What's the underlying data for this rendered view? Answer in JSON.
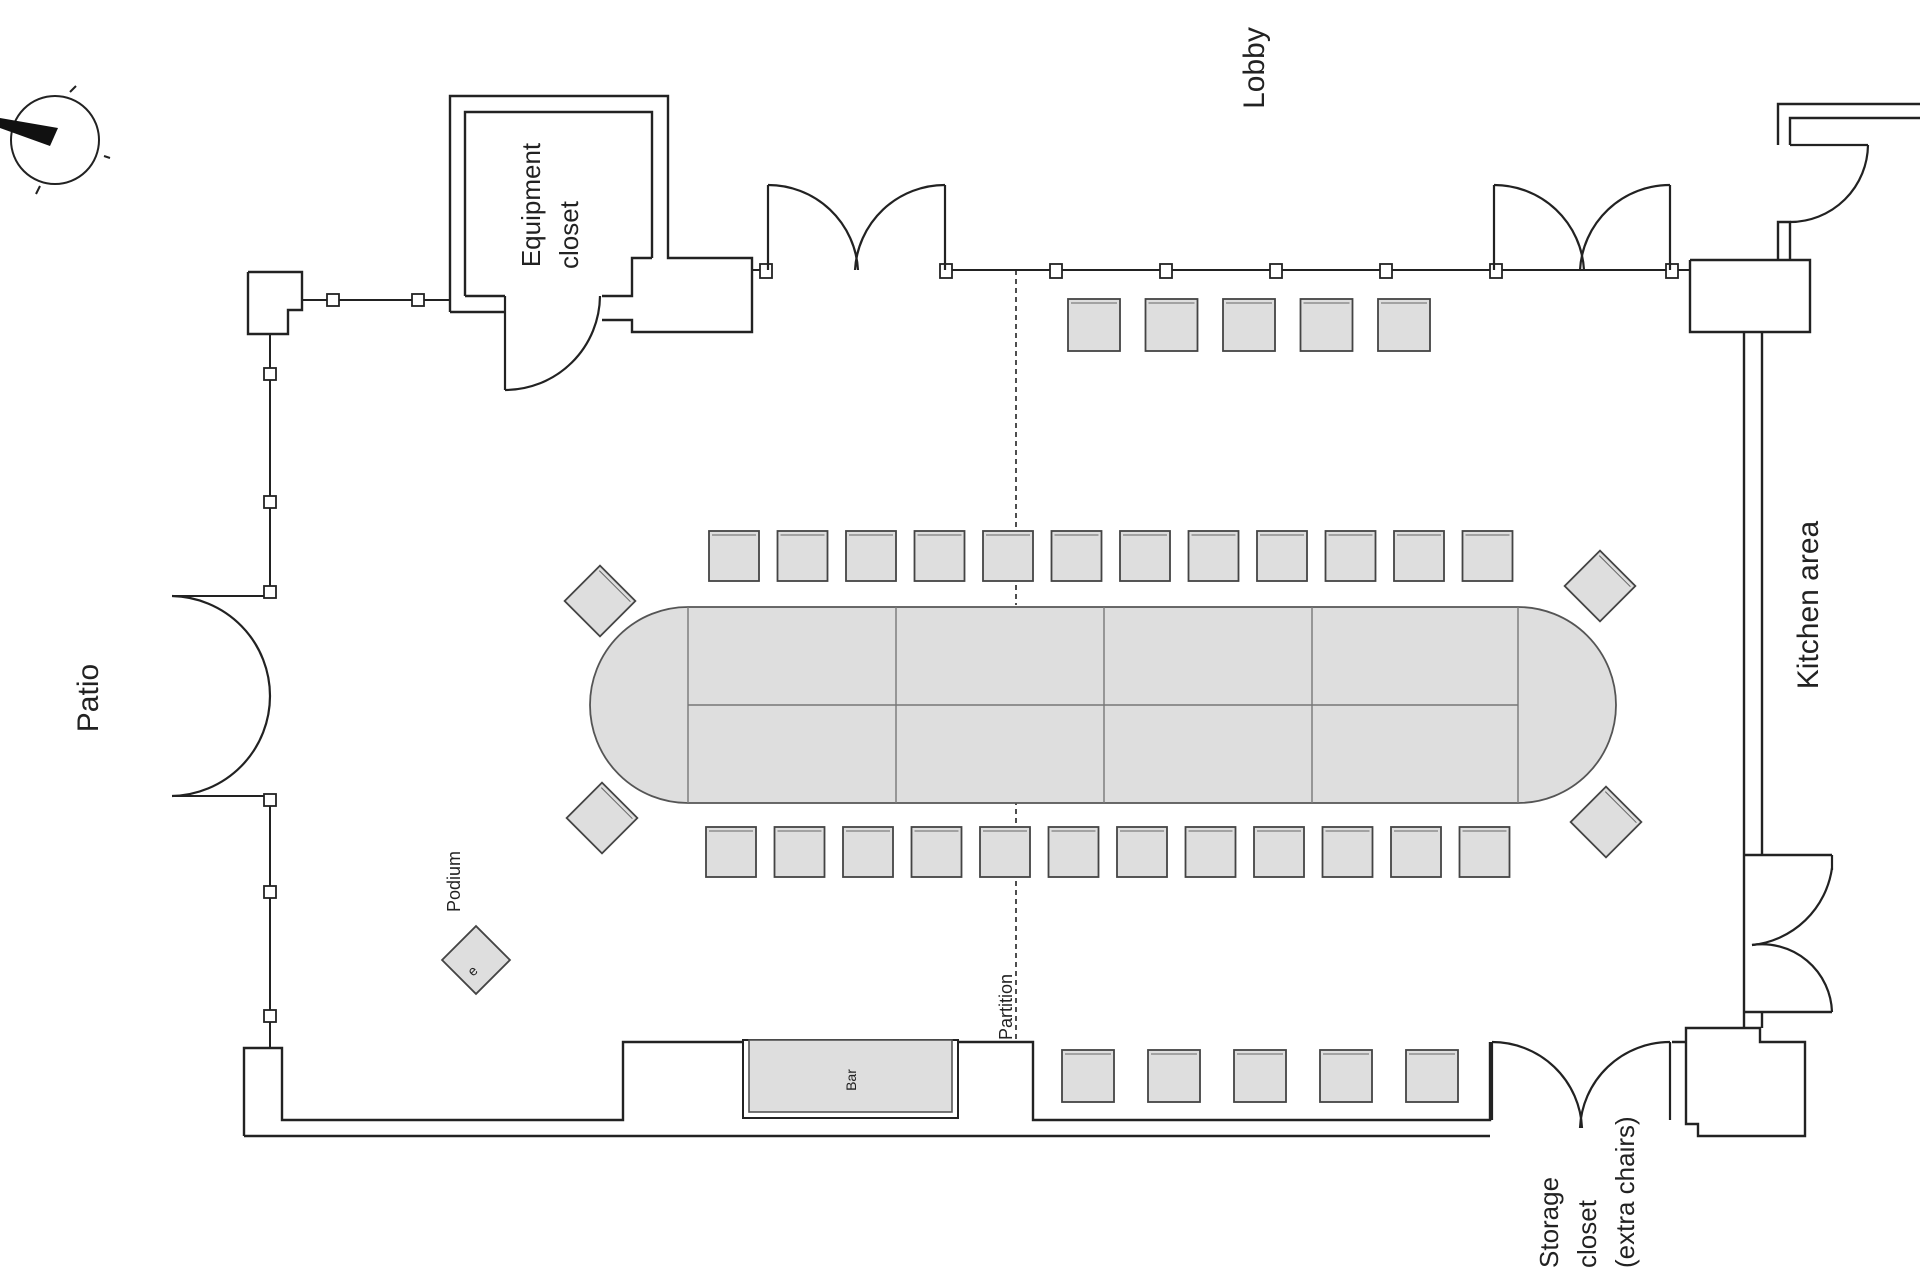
{
  "labels": {
    "lobby": "Lobby",
    "patio": "Patio",
    "kitchen": "Kitchen area",
    "equipment_line1": "Equipment",
    "equipment_line2": "closet",
    "storage_line1": "Storage",
    "storage_line2": "closet",
    "storage_line3": "(extra chairs)",
    "podium": "Podium",
    "bar": "Bar",
    "partition": "Partition"
  },
  "icons": [
    "compass-icon"
  ],
  "colors": {
    "furniture_fill": "#dedede",
    "line": "#222222"
  },
  "furniture": {
    "chairs_top_row": 12,
    "chairs_bottom_row": 12,
    "chairs_lobby_wall": 5,
    "chairs_bar_wall": 5,
    "chairs_corner": 4,
    "table_segments": 8
  }
}
